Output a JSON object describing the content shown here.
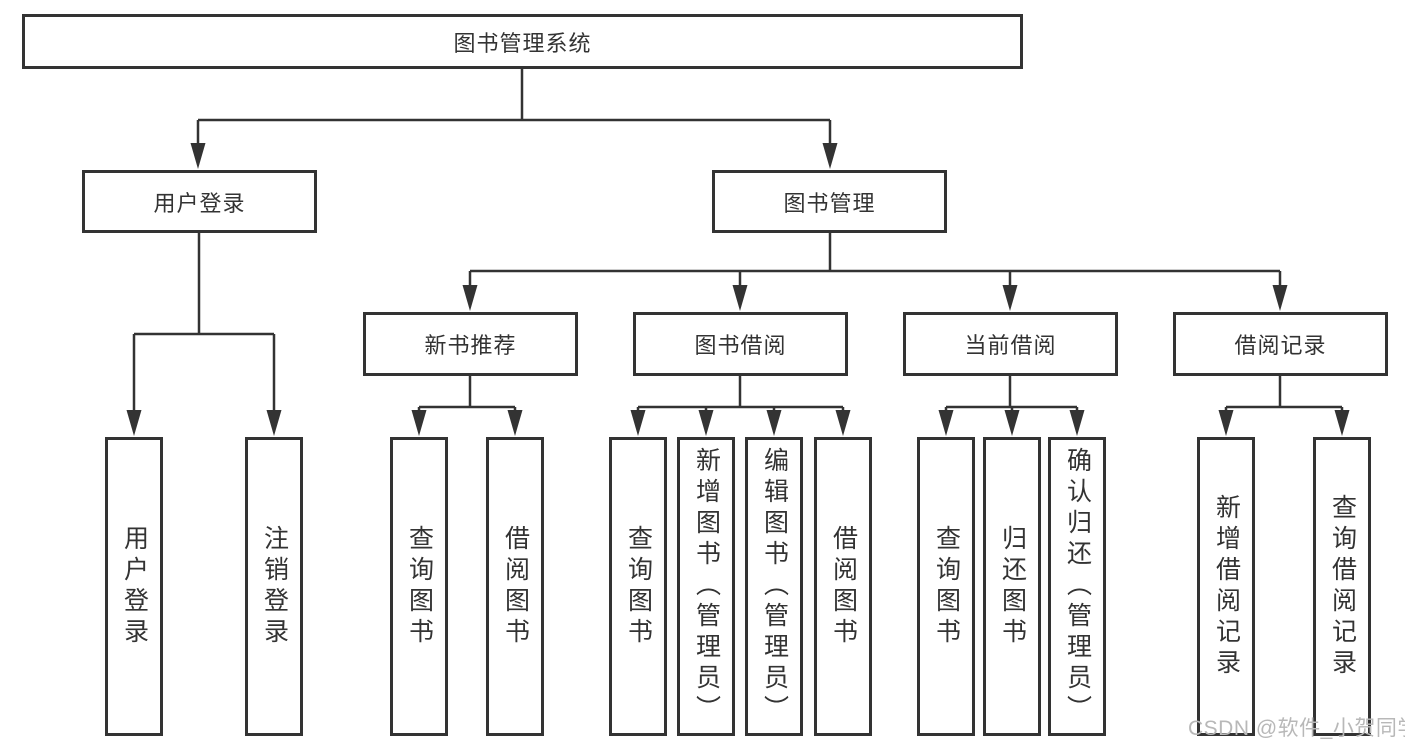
{
  "diagram": {
    "tree": {
      "root": {
        "label": "图书管理系统"
      },
      "children": [
        {
          "label": "用户登录",
          "children": [
            {
              "label": "用户登录"
            },
            {
              "label": "注销登录"
            }
          ]
        },
        {
          "label": "图书管理",
          "children": [
            {
              "label": "新书推荐",
              "children": [
                {
                  "label": "查询图书"
                },
                {
                  "label": "借阅图书"
                }
              ]
            },
            {
              "label": "图书借阅",
              "children": [
                {
                  "label": "查询图书"
                },
                {
                  "label": "新增图书（管理员）"
                },
                {
                  "label": "编辑图书（管理员）"
                },
                {
                  "label": "借阅图书"
                }
              ]
            },
            {
              "label": "当前借阅",
              "children": [
                {
                  "label": "查询图书"
                },
                {
                  "label": "归还图书"
                },
                {
                  "label": "确认归还（管理员）"
                }
              ]
            },
            {
              "label": "借阅记录",
              "children": [
                {
                  "label": "新增借阅记录"
                },
                {
                  "label": "查询借阅记录"
                }
              ]
            }
          ]
        }
      ]
    },
    "colors": {
      "line": "#333333",
      "text": "#333333",
      "box_background": "#ffffff",
      "watermark": "#b8b8b8",
      "background": "#ffffff"
    }
  },
  "watermark": {
    "text": "CSDN @软件_小贺同学"
  }
}
